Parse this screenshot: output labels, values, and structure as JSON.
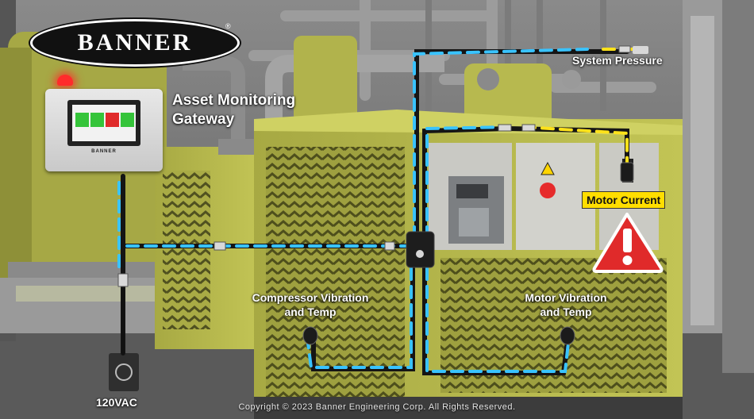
{
  "brand": {
    "logo_text": "BANNER",
    "registered_mark": "®",
    "gateway_brand": "BANNER"
  },
  "labels": {
    "asset_monitoring_gateway": "Asset Monitoring\nGateway",
    "system_pressure": "System Pressure",
    "motor_current": "Motor Current",
    "compressor_vibration": "Compressor Vibration\nand Temp",
    "motor_vibration": "Motor Vibration\nand Temp",
    "power": "120VAC"
  },
  "footer": {
    "copyright": "Copyright © 2023 Banner Engineering Corp. All Rights Reserved."
  },
  "colors": {
    "cable_glow": "#39c3ff",
    "alert_cable": "#ffe21a",
    "machine_body": "#b9bb4c",
    "alert_red": "#e02a2a",
    "badge_yellow": "#ffde00"
  },
  "icons": {
    "alert": "warning-triangle-icon",
    "beacon": "red-status-light-icon"
  }
}
